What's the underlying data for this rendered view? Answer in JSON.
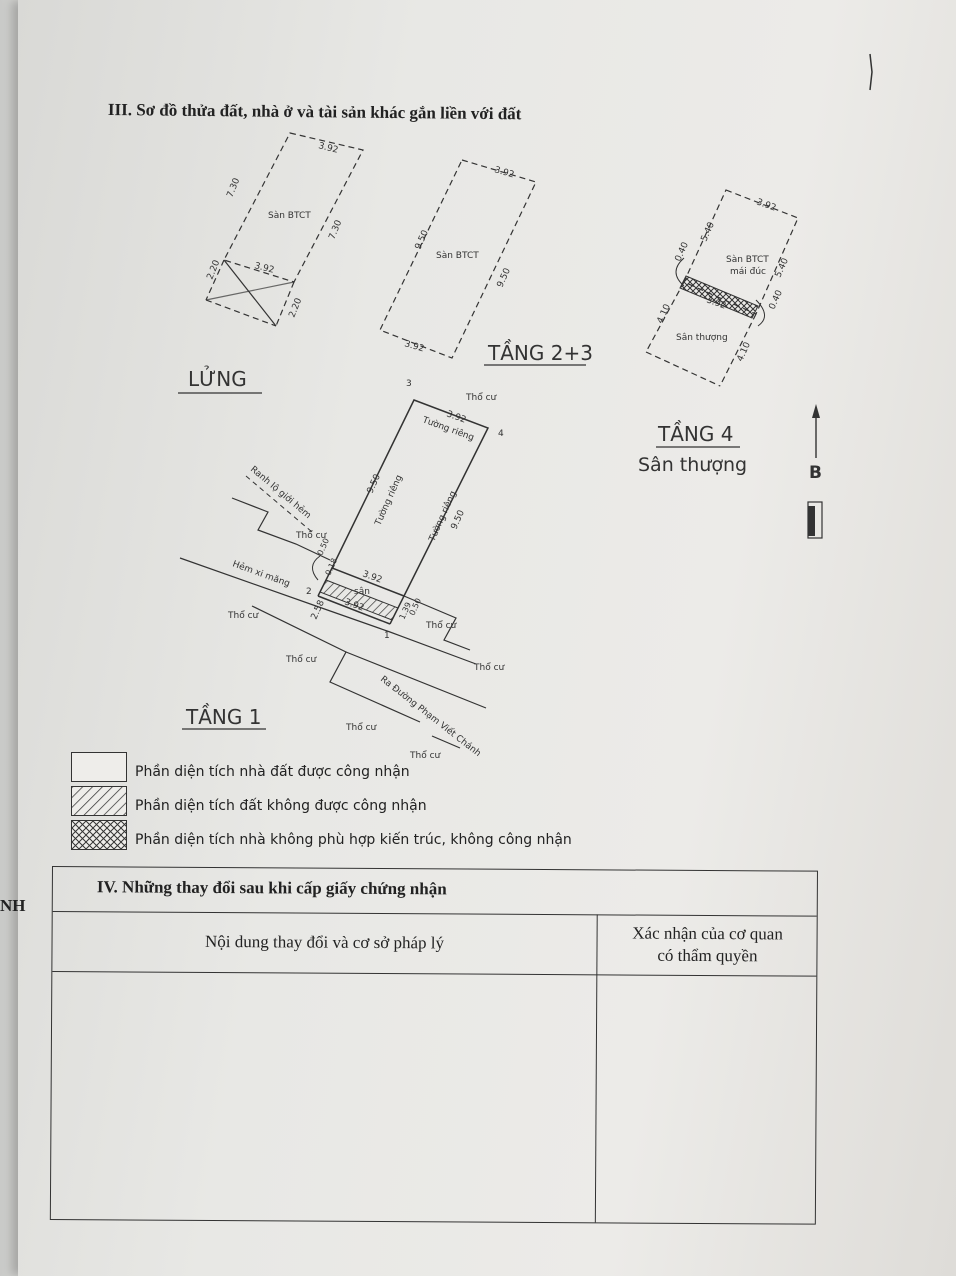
{
  "section3": {
    "title": "III. Sơ đồ thửa đất, nhà ở và tài sản khác gắn liền với đất"
  },
  "edge_text": "NH",
  "plans": {
    "lung": {
      "label": "LỬNG",
      "slab": "Sàn BTCT",
      "dims": {
        "top": "3.92",
        "left": "7.30",
        "right": "7.30",
        "mid": "3.92",
        "low_left": "2.20",
        "low_right": "2.20"
      }
    },
    "tang23": {
      "label": "TẦNG 2+3",
      "slab": "Sàn BTCT",
      "dims": {
        "top": "3.92",
        "left": "9.50",
        "right": "9.50",
        "bottom": "3.92"
      }
    },
    "tang4": {
      "label": "TẦNG 4",
      "sub": "Sân thượng",
      "slab": "Sàn BTCT",
      "slab2": "mái đúc",
      "terrace": "Sân thượng",
      "dims": {
        "top": "3.92",
        "left_top": "5.40",
        "right_top": "5.40",
        "left_small": "0.40",
        "right_small": "0.40",
        "mid": "3.92",
        "left_low": "4.10",
        "right_low": "4.10"
      }
    },
    "tang1": {
      "label": "TẦNG 1",
      "north": "B",
      "points": [
        "1",
        "2",
        "3",
        "4"
      ],
      "labels": {
        "wall_top": "Tường riêng",
        "wall_left": "Tường riêng",
        "wall_right": "Tường riêng",
        "limit": "Ranh lộ giới hẻm",
        "alley": "Hẻm xi măng",
        "road": "Ra Đường Phạm Viết Chánh",
        "san": "sân",
        "tho_cu": "Thổ cư"
      },
      "dims": {
        "top": "3.92",
        "left": "9.50",
        "right": "9.50",
        "mid": "3.92",
        "bottom": "3.92",
        "d018": "0.18",
        "d050a": "0.50",
        "d050b": "0.50",
        "d258": "2.58",
        "d139": "1.39"
      }
    }
  },
  "legend": [
    {
      "text": "Phần diện tích nhà đất được công nhận"
    },
    {
      "text": "Phần diện tích đất không được công nhận"
    },
    {
      "text": "Phần diện tích nhà không phù hợp kiến trúc, không công nhận"
    }
  ],
  "section4": {
    "title": "IV. Những thay đổi sau khi cấp giấy chứng nhận",
    "col1": "Nội dung thay đổi và cơ sở pháp lý",
    "col2_line1": "Xác nhận của cơ quan",
    "col2_line2": "có thẩm quyền"
  }
}
